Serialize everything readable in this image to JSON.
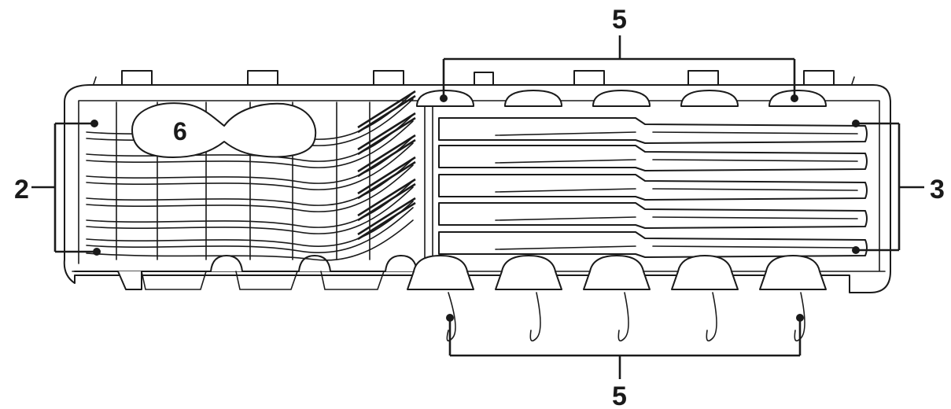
{
  "callouts": {
    "left_group": "2",
    "right_group": "3",
    "top_holders": "5",
    "bottom_holders": "5",
    "large_item": "6"
  }
}
